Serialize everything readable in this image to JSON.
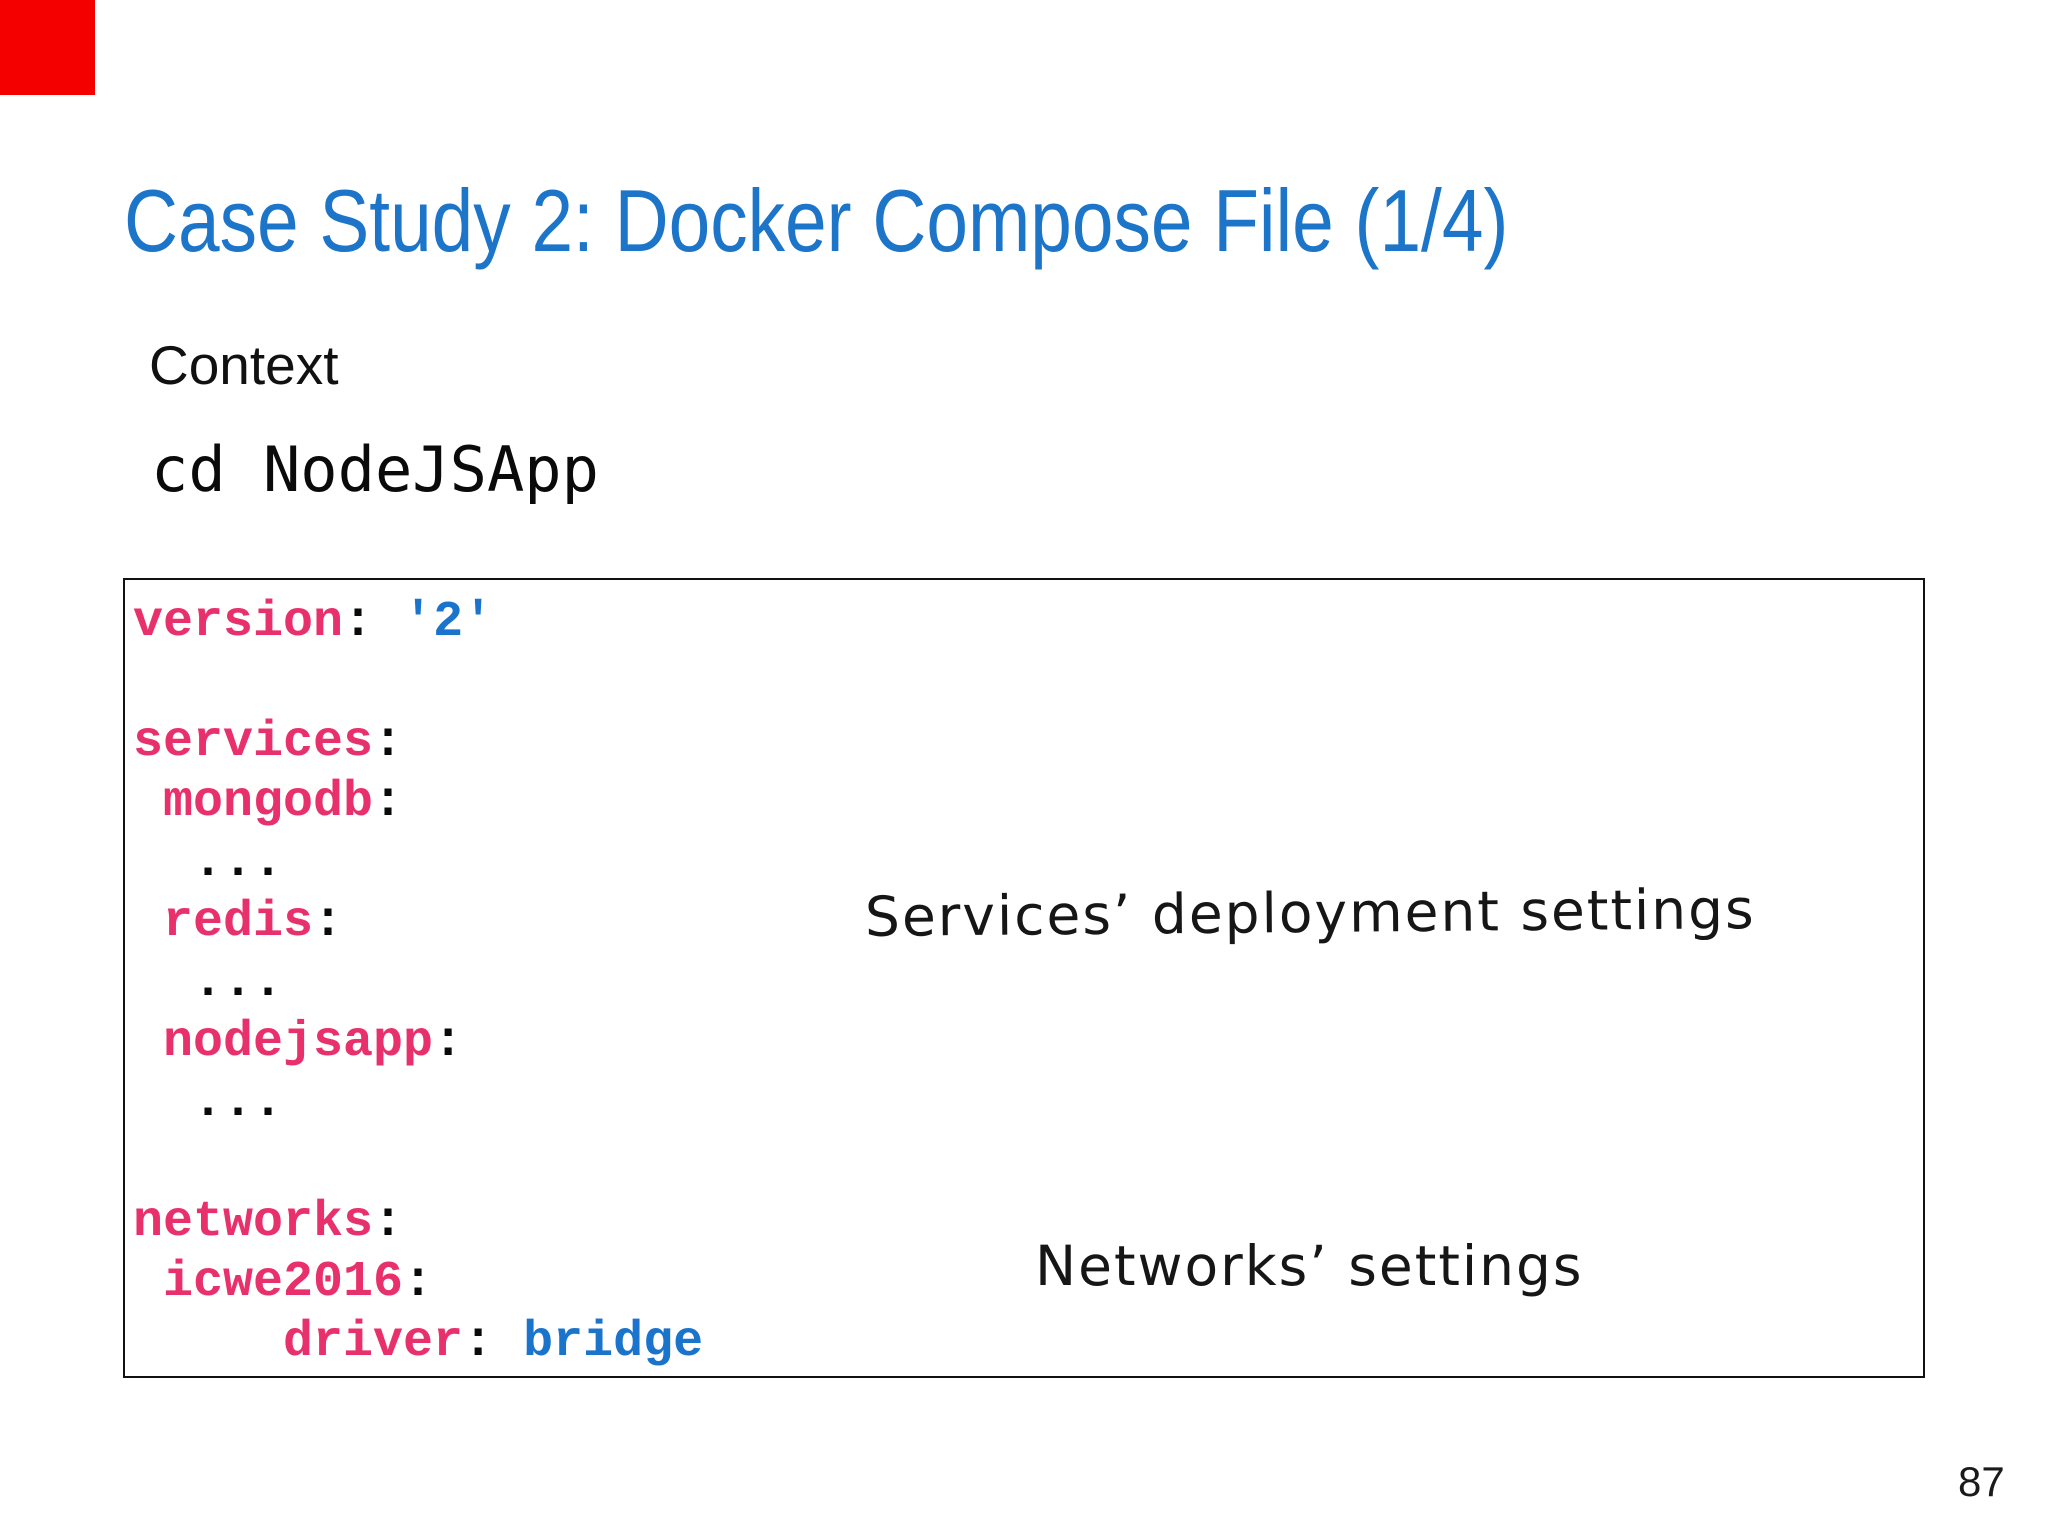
{
  "slide": {
    "title": "Case Study 2: Docker Compose File (1/4)",
    "context_label": "Context",
    "command": "cd NodeJSApp",
    "page_number": "87"
  },
  "code_block": {
    "language": "yaml",
    "lines": [
      {
        "tokens": [
          {
            "text": "version",
            "type": "key"
          },
          {
            "text": ": ",
            "type": "punct"
          },
          {
            "text": "'2'",
            "type": "value"
          }
        ]
      },
      {
        "tokens": []
      },
      {
        "tokens": [
          {
            "text": "services",
            "type": "key"
          },
          {
            "text": ":",
            "type": "punct"
          }
        ]
      },
      {
        "tokens": [
          {
            "text": " mongodb",
            "type": "key"
          },
          {
            "text": ":",
            "type": "punct"
          }
        ]
      },
      {
        "tokens": [
          {
            "text": "  ...",
            "type": "plain"
          }
        ]
      },
      {
        "tokens": [
          {
            "text": " redis",
            "type": "key"
          },
          {
            "text": ":",
            "type": "punct"
          }
        ]
      },
      {
        "tokens": [
          {
            "text": "  ...",
            "type": "plain"
          }
        ]
      },
      {
        "tokens": [
          {
            "text": " nodejsapp",
            "type": "key"
          },
          {
            "text": ":",
            "type": "punct"
          }
        ]
      },
      {
        "tokens": [
          {
            "text": "  ...",
            "type": "plain"
          }
        ]
      },
      {
        "tokens": []
      },
      {
        "tokens": [
          {
            "text": "networks",
            "type": "key"
          },
          {
            "text": ":",
            "type": "punct"
          }
        ]
      },
      {
        "tokens": [
          {
            "text": " icwe2016",
            "type": "key"
          },
          {
            "text": ":",
            "type": "punct"
          }
        ]
      },
      {
        "tokens": [
          {
            "text": "     driver",
            "type": "key"
          },
          {
            "text": ": ",
            "type": "punct"
          },
          {
            "text": "bridge",
            "type": "value"
          }
        ]
      }
    ]
  },
  "annotations": {
    "services": "Services’ deployment settings",
    "networks": "Networks’ settings"
  },
  "colors": {
    "title_blue": "#1c75c8",
    "code_key_pink": "#e8306c",
    "code_value_blue": "#1b74cc",
    "marker_red": "#f50000"
  }
}
